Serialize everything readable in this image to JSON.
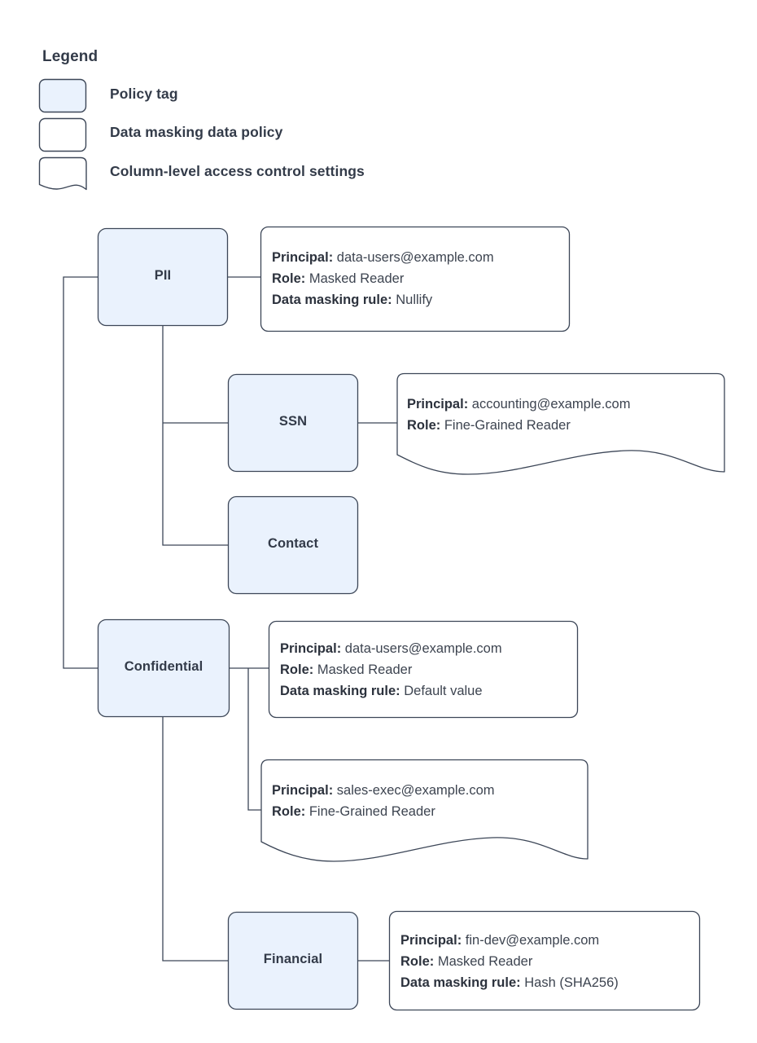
{
  "legend": {
    "title": "Legend",
    "items": [
      {
        "label": "Policy tag",
        "shape": "rounded-rect-filled",
        "fill": "#eaf2fd"
      },
      {
        "label": "Data masking data policy",
        "shape": "rounded-rect",
        "fill": "#ffffff"
      },
      {
        "label": "Column-level access control settings",
        "shape": "wavy-bottom-rect",
        "fill": "#ffffff"
      }
    ]
  },
  "colors": {
    "tag_fill": "#eaf2fd",
    "tag_border": "#3c4657",
    "callout_border": "#3c4657",
    "connector": "#3c4657",
    "text": "#333b49",
    "text_value": "#3d4450",
    "background": "#ffffff"
  },
  "diagram": {
    "type": "policy-tag-hierarchy",
    "nodes": [
      {
        "id": "pii",
        "label": "PII",
        "kind": "policy-tag",
        "parent": null,
        "callouts": [
          {
            "id": "pii-masking",
            "kind": "data-masking-data-policy",
            "rows": [
              {
                "key": "Principal:",
                "value": "data-users@example.com"
              },
              {
                "key": "Role:",
                "value": "Masked Reader"
              },
              {
                "key": "Data masking rule:",
                "value": "Nullify"
              }
            ]
          }
        ]
      },
      {
        "id": "ssn",
        "label": "SSN",
        "kind": "policy-tag",
        "parent": "pii",
        "callouts": [
          {
            "id": "ssn-access",
            "kind": "column-level-access-control-settings",
            "rows": [
              {
                "key": "Principal:",
                "value": "accounting@example.com"
              },
              {
                "key": "Role:",
                "value": "Fine-Grained Reader"
              }
            ]
          }
        ]
      },
      {
        "id": "contact",
        "label": "Contact",
        "kind": "policy-tag",
        "parent": "pii",
        "callouts": []
      },
      {
        "id": "confidential",
        "label": "Confidential",
        "kind": "policy-tag",
        "parent": null,
        "callouts": [
          {
            "id": "confidential-masking",
            "kind": "data-masking-data-policy",
            "rows": [
              {
                "key": "Principal:",
                "value": "data-users@example.com"
              },
              {
                "key": "Role:",
                "value": "Masked Reader"
              },
              {
                "key": "Data masking rule:",
                "value": "Default value"
              }
            ]
          },
          {
            "id": "confidential-access",
            "kind": "column-level-access-control-settings",
            "rows": [
              {
                "key": "Principal:",
                "value": "sales-exec@example.com"
              },
              {
                "key": "Role:",
                "value": "Fine-Grained Reader"
              }
            ]
          }
        ]
      },
      {
        "id": "financial",
        "label": "Financial",
        "kind": "policy-tag",
        "parent": "confidential",
        "callouts": [
          {
            "id": "financial-masking",
            "kind": "data-masking-data-policy",
            "rows": [
              {
                "key": "Principal:",
                "value": "fin-dev@example.com"
              },
              {
                "key": "Role:",
                "value": "Masked Reader"
              },
              {
                "key": "Data masking rule:",
                "value": "Hash (SHA256)"
              }
            ]
          }
        ]
      }
    ]
  }
}
